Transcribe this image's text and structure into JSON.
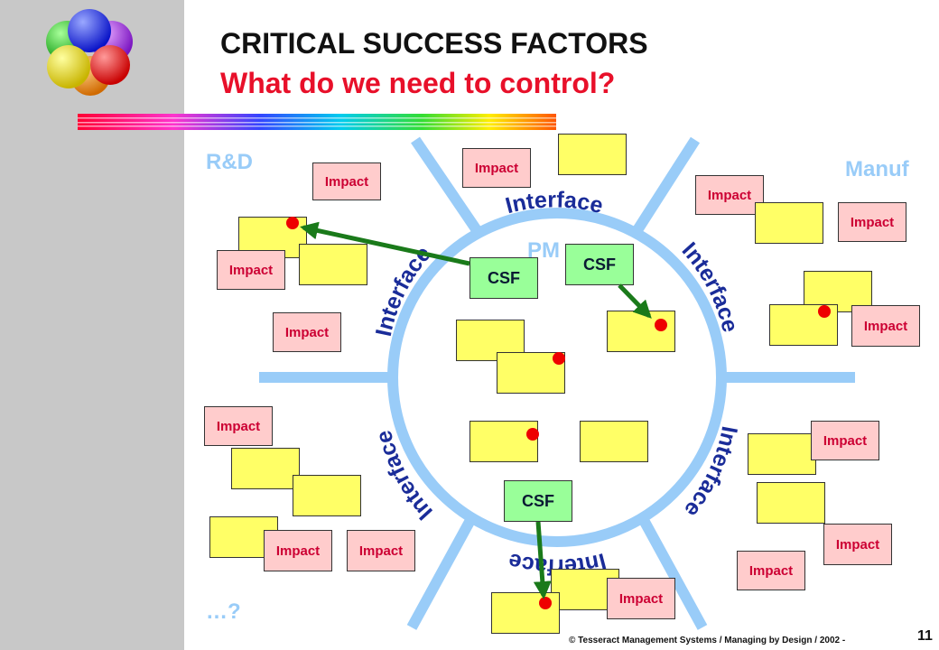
{
  "title": "CRITICAL SUCCESS FACTORS",
  "subtitle": "What do we need to control?",
  "regions": {
    "rnd": "R&D",
    "manuf": "Manuf",
    "pm": "PM",
    "other": "…?"
  },
  "interface_label": "Interface",
  "impact_label": "Impact",
  "csf_label": "CSF",
  "footer": "© Tesseract Management Systems / Managing by Design / 2002  -",
  "page_number": "11",
  "colors": {
    "title": "#111111",
    "subtitle": "#e8102a",
    "ring": "#99ccf8",
    "impact_fill": "#ffcccc",
    "impact_text": "#cc0033",
    "box_fill": "#ffff66",
    "csf_fill": "#99ff99",
    "arrow": "#1a7a1a",
    "dot": "#ee0000"
  },
  "icons": {
    "logo": "colored-spheres-logo-icon"
  }
}
